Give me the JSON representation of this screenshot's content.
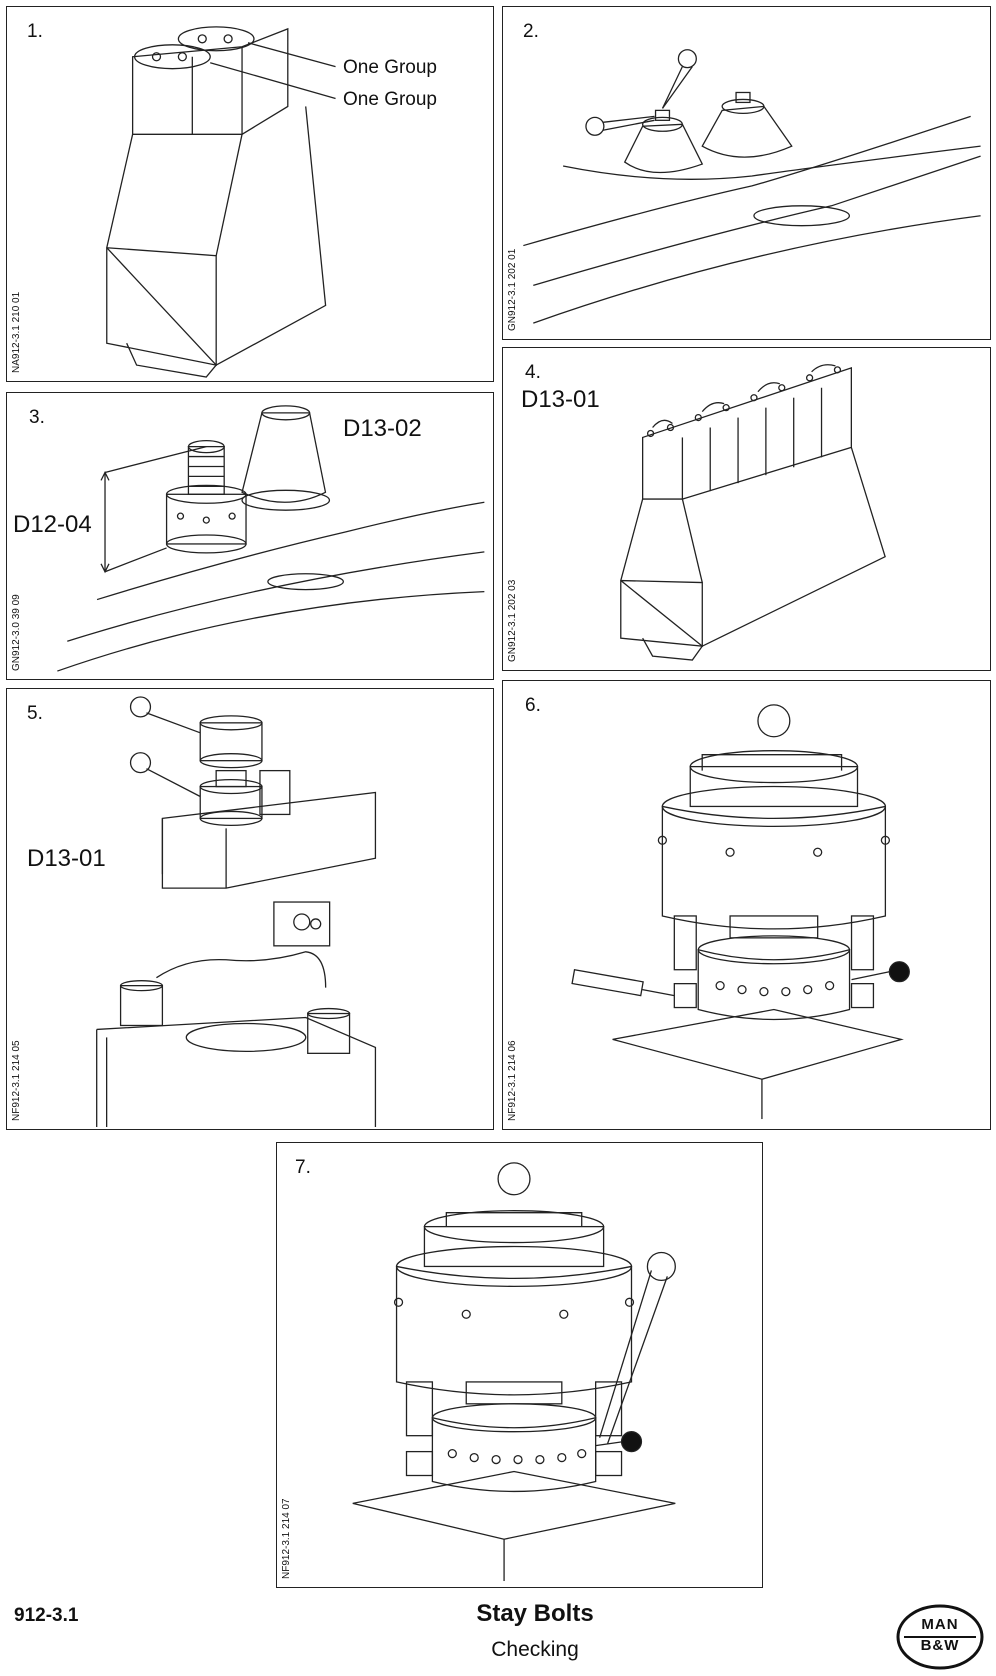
{
  "panels": [
    {
      "number": "1.",
      "ref": "NA912-3.1 210 01",
      "labels": [
        "One Group",
        "One Group"
      ]
    },
    {
      "number": "2.",
      "ref": "GN912-3.1 202 01"
    },
    {
      "number": "3.",
      "ref": "GN912-3.0 39 09",
      "labels": [
        "D13-02",
        "D12-04"
      ]
    },
    {
      "number": "4.",
      "ref": "GN912-3.1 202 03",
      "labels": [
        "D13-01"
      ]
    },
    {
      "number": "5.",
      "ref": "NF912-3.1 214 05",
      "labels": [
        "D13-01"
      ]
    },
    {
      "number": "6.",
      "ref": "NF912-3.1 214 06"
    },
    {
      "number": "7.",
      "ref": "NF912-3.1 214 07"
    }
  ],
  "footer": {
    "code": "912-3.1",
    "title": "Stay Bolts",
    "subtitle": "Checking",
    "logo_top": "MAN",
    "logo_bottom": "B&W"
  }
}
